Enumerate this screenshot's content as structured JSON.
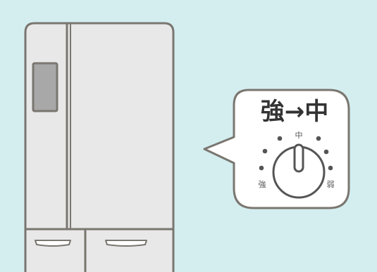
{
  "background_color": "#d4eef0",
  "fridge": {
    "body_color": "#e8e8e8",
    "outline_color": "#7a7670",
    "panel_color": "#a8a8a8"
  },
  "callout": {
    "heading": "強→中",
    "dial": {
      "label_top": "中",
      "label_left": "強",
      "label_right": "弱",
      "setting": "中"
    }
  }
}
